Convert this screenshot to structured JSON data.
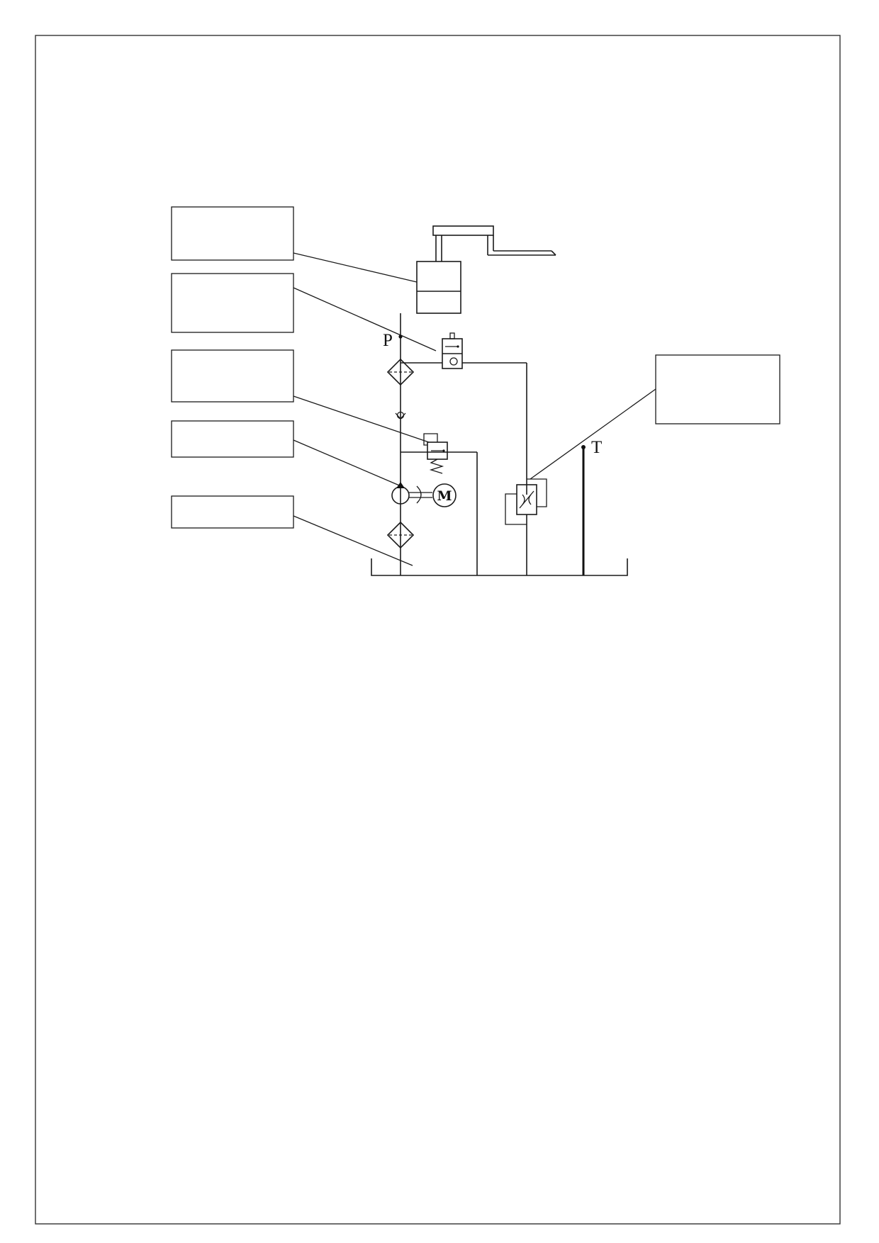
{
  "labels": {
    "pressure_port": "P",
    "tank_port": "T",
    "motor": "M"
  },
  "callouts": [
    {
      "id": "callout-1",
      "text": ""
    },
    {
      "id": "callout-2",
      "text": ""
    },
    {
      "id": "callout-3",
      "text": ""
    },
    {
      "id": "callout-4",
      "text": ""
    },
    {
      "id": "callout-5",
      "text": ""
    },
    {
      "id": "callout-6",
      "text": ""
    }
  ]
}
